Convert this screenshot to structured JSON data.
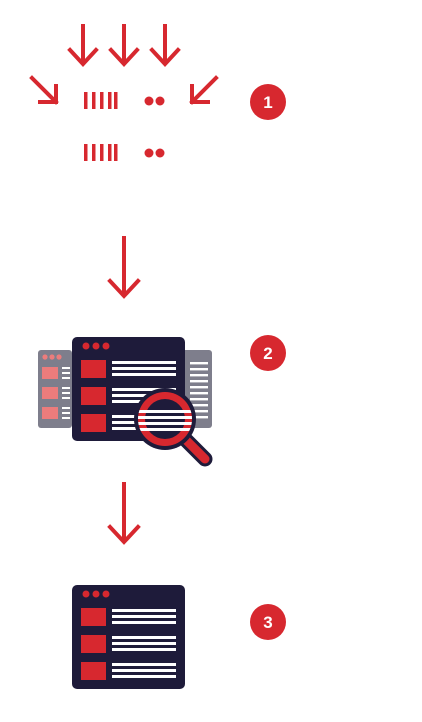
{
  "colors": {
    "accent": "#d7282f",
    "dark": "#1e1b3a",
    "light_red": "#ec7c7c",
    "grey": "#7e7e8c",
    "white": "#ffffff"
  },
  "steps": [
    {
      "number": "1",
      "icon": "data-collection-icon"
    },
    {
      "number": "2",
      "icon": "document-search-icon"
    },
    {
      "number": "3",
      "icon": "document-icon"
    }
  ]
}
